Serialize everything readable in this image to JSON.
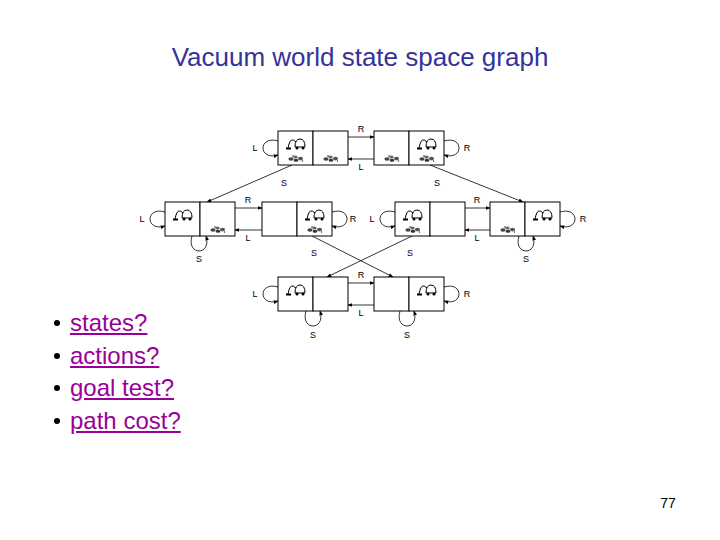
{
  "diagram": {
    "title": "Vacuum world state space graph",
    "labels": [
      "R",
      "L",
      "R",
      "L",
      "S",
      "S",
      "R",
      "R",
      "L",
      "R",
      "L",
      "R",
      "L",
      "L",
      "S",
      "S",
      "S",
      "S",
      "R",
      "L",
      "R",
      "L",
      "S",
      "S",
      "states?",
      "actions?",
      "goal test?",
      "path cost?",
      "77"
    ]
  }
}
